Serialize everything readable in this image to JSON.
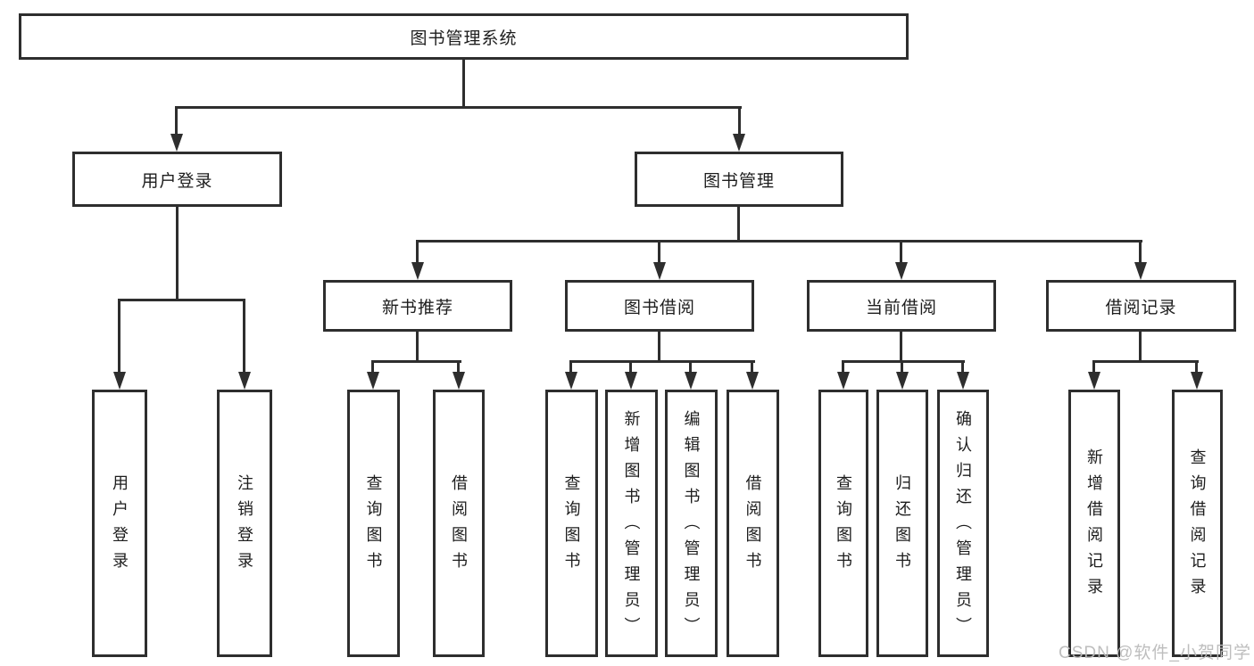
{
  "diagram": {
    "title": "图书管理系统",
    "watermark": "CSDN @软件_小贺同学"
  },
  "colors": {
    "line": "#2e2e2e",
    "text": "#1d1d1d",
    "watermark": "#bababa",
    "background": "#ffffff"
  },
  "nodes": {
    "root": {
      "label": "图书管理系统"
    },
    "user_login": {
      "label": "用户登录"
    },
    "book_management": {
      "label": "图书管理"
    },
    "new_book_recommendation": {
      "label": "新书推荐"
    },
    "book_borrowing": {
      "label": "图书借阅"
    },
    "current_borrowing": {
      "label": "当前借阅"
    },
    "borrowing_records": {
      "label": "借阅记录"
    },
    "leaf_user_login": {
      "label": "用户登录"
    },
    "leaf_logout": {
      "label": "注销登录"
    },
    "leaf_nb_query_books": {
      "label": "查询图书"
    },
    "leaf_nb_borrow_books": {
      "label": "借阅图书"
    },
    "leaf_bb_query_books": {
      "label": "查询图书"
    },
    "leaf_bb_add_books": {
      "label": "新增图书（管理员）"
    },
    "leaf_bb_edit_books": {
      "label": "编辑图书（管理员）"
    },
    "leaf_bb_borrow_books": {
      "label": "借阅图书"
    },
    "leaf_cb_query_books": {
      "label": "查询图书"
    },
    "leaf_cb_return_books": {
      "label": "归还图书"
    },
    "leaf_cb_confirm_return": {
      "label": "确认归还（管理员）"
    },
    "leaf_br_add_record": {
      "label": "新增借阅记录"
    },
    "leaf_br_query_record": {
      "label": "查询借阅记录"
    }
  },
  "hierarchy": [
    {
      "parent": "图书管理系统",
      "children": [
        "用户登录",
        "图书管理"
      ]
    },
    {
      "parent": "用户登录",
      "children": [
        "用户登录",
        "注销登录"
      ]
    },
    {
      "parent": "图书管理",
      "children": [
        "新书推荐",
        "图书借阅",
        "当前借阅",
        "借阅记录"
      ]
    },
    {
      "parent": "新书推荐",
      "children": [
        "查询图书",
        "借阅图书"
      ]
    },
    {
      "parent": "图书借阅",
      "children": [
        "查询图书",
        "新增图书（管理员）",
        "编辑图书（管理员）",
        "借阅图书"
      ]
    },
    {
      "parent": "当前借阅",
      "children": [
        "查询图书",
        "归还图书",
        "确认归还（管理员）"
      ]
    },
    {
      "parent": "借阅记录",
      "children": [
        "新增借阅记录",
        "查询借阅记录"
      ]
    }
  ]
}
